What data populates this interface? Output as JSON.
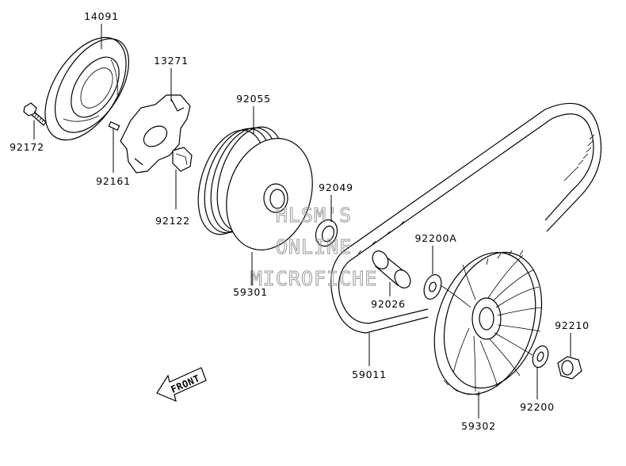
{
  "parts": [
    {
      "id": "p14091",
      "number": "14091"
    },
    {
      "id": "p13271",
      "number": "13271"
    },
    {
      "id": "p92055",
      "number": "92055"
    },
    {
      "id": "p92172",
      "number": "92172"
    },
    {
      "id": "p92161",
      "number": "92161"
    },
    {
      "id": "p92122",
      "number": "92122"
    },
    {
      "id": "p92049",
      "number": "92049"
    },
    {
      "id": "p92200A",
      "number": "92200A"
    },
    {
      "id": "p59301",
      "number": "59301"
    },
    {
      "id": "p92026",
      "number": "92026"
    },
    {
      "id": "p92210",
      "number": "92210"
    },
    {
      "id": "p59011",
      "number": "59011"
    },
    {
      "id": "p92200",
      "number": "92200"
    },
    {
      "id": "p59302",
      "number": "59302"
    }
  ],
  "watermark": {
    "line1": "HLSM'S",
    "line2": "ONLINE",
    "line3": "MICROFICHE"
  },
  "direction_marker": {
    "label": "FRONT"
  }
}
